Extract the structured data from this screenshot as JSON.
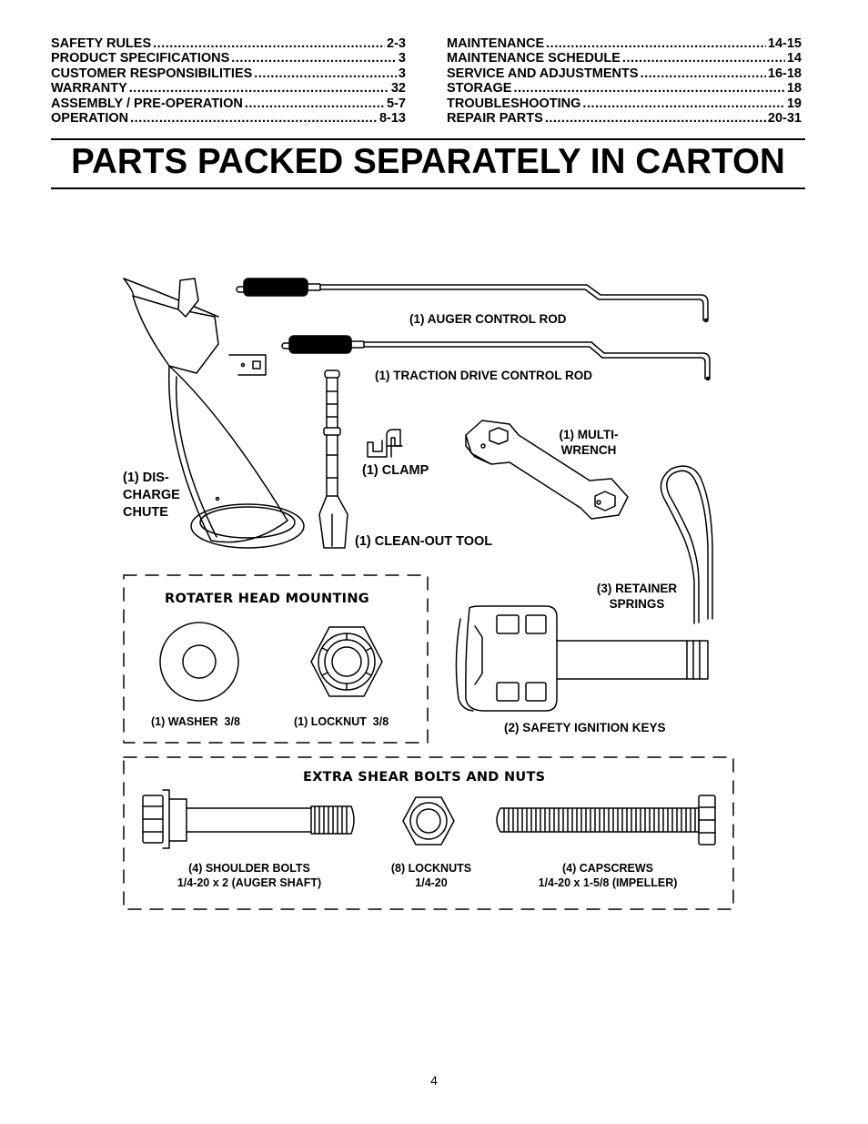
{
  "toc": {
    "left": [
      {
        "title": "SAFETY RULES",
        "page": "2-3"
      },
      {
        "title": "PRODUCT SPECIFICATIONS",
        "page": "3"
      },
      {
        "title": "CUSTOMER RESPONSIBILITIES",
        "page": "3"
      },
      {
        "title": "WARRANTY",
        "page": "32"
      },
      {
        "title": "ASSEMBLY / PRE-OPERATION",
        "page": "5-7"
      },
      {
        "title": "OPERATION",
        "page": "8-13"
      }
    ],
    "right": [
      {
        "title": "MAINTENANCE",
        "page": "14-15"
      },
      {
        "title": "MAINTENANCE SCHEDULE",
        "page": "14"
      },
      {
        "title": "SERVICE AND ADJUSTMENTS",
        "page": "16-18"
      },
      {
        "title": "STORAGE",
        "page": "18"
      },
      {
        "title": "TROUBLESHOOTING",
        "page": "19"
      },
      {
        "title": "REPAIR PARTS",
        "page": "20-31"
      }
    ]
  },
  "heading": "PARTS PACKED SEPARATELY IN CARTON",
  "parts": {
    "auger_rod": "(1) AUGER CONTROL ROD",
    "traction_rod": "(1) TRACTION DRIVE CONTROL ROD",
    "chute": [
      "(1) DIS-",
      "CHARGE",
      "CHUTE"
    ],
    "clamp": "(1) CLAMP",
    "clean_out": "(1) CLEAN-OUT TOOL",
    "wrench": [
      "(1) MULTI-",
      "WRENCH"
    ],
    "springs": [
      "(3) RETAINER",
      "SPRINGS"
    ],
    "keys": "(2) SAFETY IGNITION KEYS"
  },
  "rotater": {
    "heading": "ROTATER HEAD MOUNTING",
    "washer": "(1) WASHER  3/8",
    "locknut": "(1) LOCKNUT  3/8"
  },
  "shear": {
    "heading": "EXTRA SHEAR BOLTS AND NUTS",
    "shoulder": [
      "(4) SHOULDER BOLTS",
      "1/4-20 x 2 (AUGER SHAFT)"
    ],
    "locknuts": [
      "(8) LOCKNUTS",
      "1/4-20"
    ],
    "capscrews": [
      "(4) CAPSCREWS",
      "1/4-20 x 1-5/8 (IMPELLER)"
    ]
  },
  "page_number": "4"
}
